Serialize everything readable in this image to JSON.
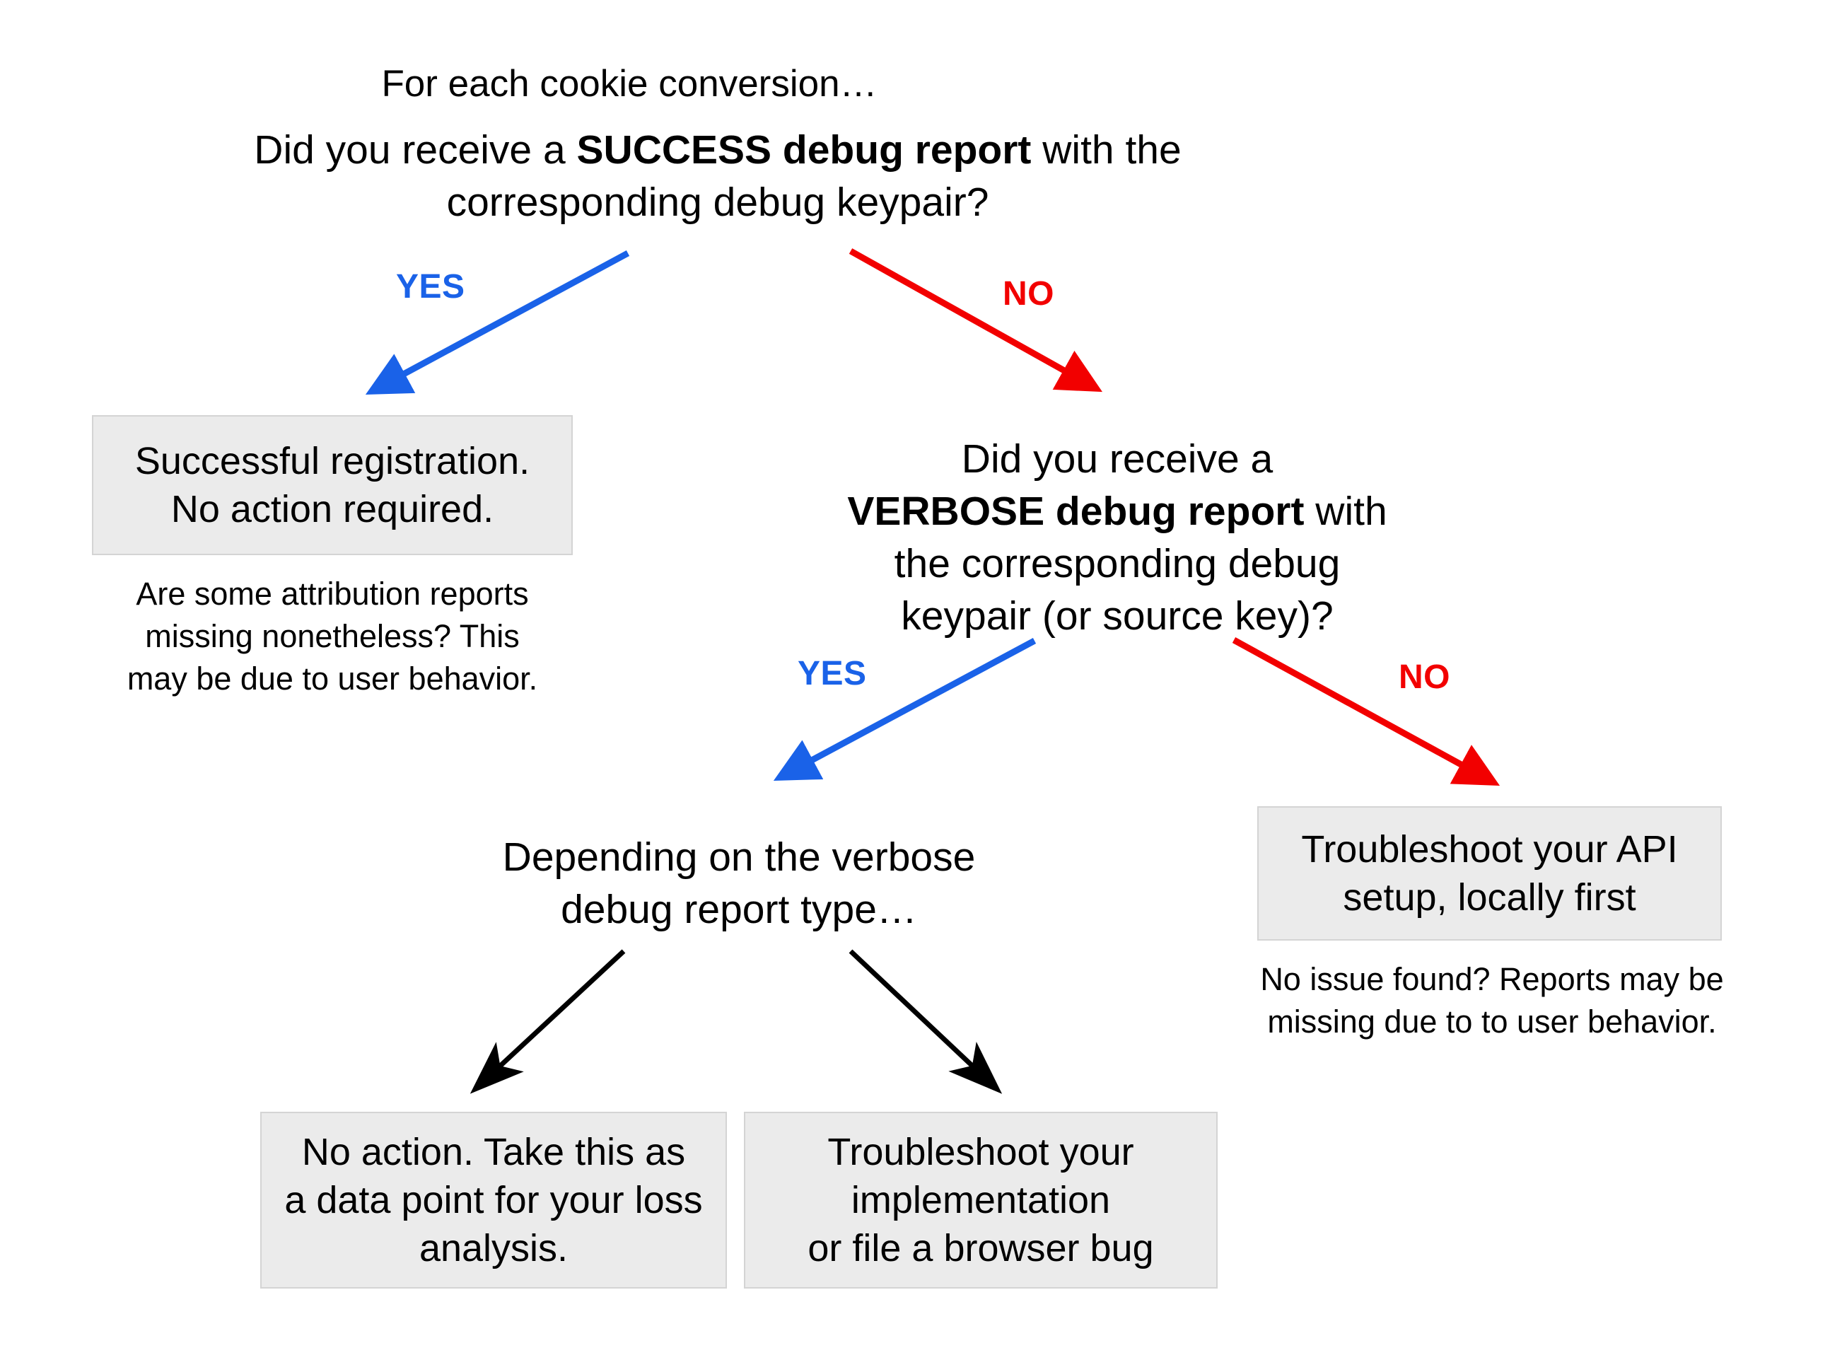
{
  "diagram": {
    "type": "flowchart",
    "title_lead": "For each cookie conversion…",
    "background": "#ffffff",
    "colors": {
      "yes_branch": "#1a62e8",
      "no_branch": "#f20000",
      "neutral_branch": "#000000",
      "box_fill": "#ebebeb",
      "box_border": "#d4d4d4",
      "text": "#000000"
    }
  },
  "question1": {
    "lead": "For each cookie conversion…",
    "prefix": "Did you receive a ",
    "emphasis": "SUCCESS debug report",
    "suffix": " with the\ncorresponding debug keypair?"
  },
  "question2": {
    "prefix": "Did you receive a\n",
    "emphasis": "VERBOSE debug report",
    "suffix": " with\nthe corresponding debug\nkeypair (or source key)?"
  },
  "question3": {
    "text": "Depending on the verbose\ndebug report type…"
  },
  "branches": [
    {
      "id": "b1-yes",
      "label": "YES",
      "color": "#1a62e8"
    },
    {
      "id": "b1-no",
      "label": "NO",
      "color": "#f20000"
    },
    {
      "id": "b2-yes",
      "label": "YES",
      "color": "#1a62e8"
    },
    {
      "id": "b2-no",
      "label": "NO",
      "color": "#f20000"
    }
  ],
  "boxes": {
    "successful_registration": "Successful registration.\nNo action required.",
    "troubleshoot_api": "Troubleshoot your API\nsetup, locally first",
    "no_action_loss_analysis": "No action. Take this as\na data point for your loss\nanalysis.",
    "troubleshoot_implementation": "Troubleshoot your\nimplementation\nor file a browser bug"
  },
  "captions": {
    "under_successful_registration": "Are some attribution reports\nmissing nonetheless? This\nmay be due to user behavior.",
    "under_troubleshoot_api": "No issue found? Reports may be\nmissing due to to user behavior."
  }
}
